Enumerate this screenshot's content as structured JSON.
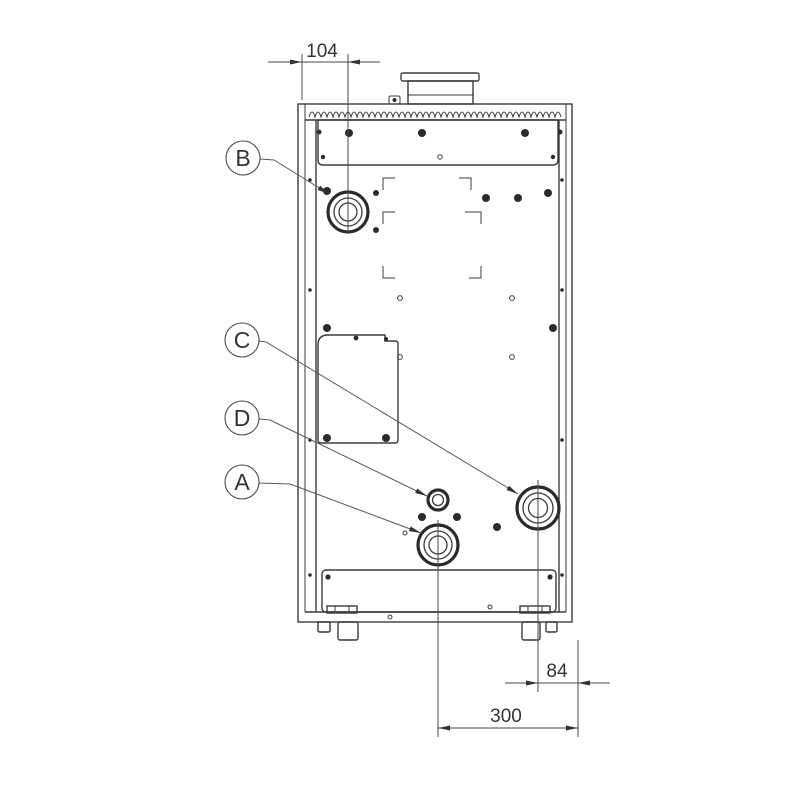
{
  "dimensions": {
    "top_offset": "104",
    "right_offset": "84",
    "bottom_spacing": "300"
  },
  "callouts": {
    "a": "A",
    "b": "B",
    "c": "C",
    "d": "D"
  },
  "colors": {
    "line": "#3b3b3b",
    "background": "#ffffff"
  }
}
